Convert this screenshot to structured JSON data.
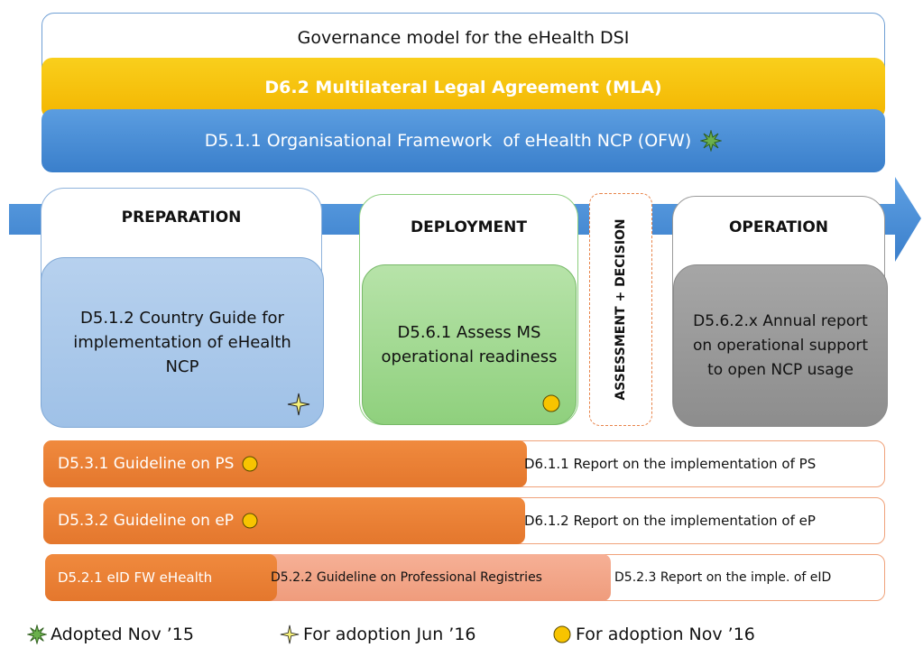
{
  "governance": {
    "title": "Governance model for the eHealth DSI",
    "mla_label": "D6.2 Multilateral Legal Agreement (MLA)",
    "ofw_label": "D5.1.1 Organisational Framework  of eHealth NCP (OFW)"
  },
  "phases": {
    "preparation": {
      "title": "PREPARATION",
      "deliverable": "D5.1.2 Country Guide for implementation of eHealth NCP"
    },
    "deployment": {
      "title": "DEPLOYMENT",
      "deliverable": "D5.6.1  Assess MS operational readiness"
    },
    "assessment": {
      "title": "ASSESSMENT + DECISION"
    },
    "operation": {
      "title": "OPERATION",
      "deliverable": "D5.6.2.x  Annual report on operational support to open NCP usage"
    }
  },
  "rows": [
    {
      "left_label": "D5.3.1 Guideline on PS",
      "right_label": "D6.1.1 Report on the implementation of PS"
    },
    {
      "left_label": "D5.3.2 Guideline on eP",
      "right_label": "D6.1.2 Report on the implementation of eP"
    },
    {
      "left_label": "D5.2.1 eID FW eHealth",
      "middle_label": "D5.2.2 Guideline on Professional Registries",
      "right_label": "D5.2.3 Report on the imple. of eID"
    }
  ],
  "legend": {
    "adopted": "Adopted Nov ’15",
    "jun16": "For adoption Jun ’16",
    "nov16": "For adoption Nov ’16"
  },
  "colors": {
    "mla": "#f5bf0a",
    "ofw": "#4a8fd7",
    "arrow": "#4a8fd7",
    "preparation": "#a9c8ea",
    "deployment": "#9fd68e",
    "operation": "#999999",
    "guideline": "#e87f34",
    "registries": "#f2a88b"
  },
  "icons": {
    "adopted": "green-star-icon",
    "jun16": "four-point-star-icon",
    "nov16": "yellow-circle-icon"
  }
}
